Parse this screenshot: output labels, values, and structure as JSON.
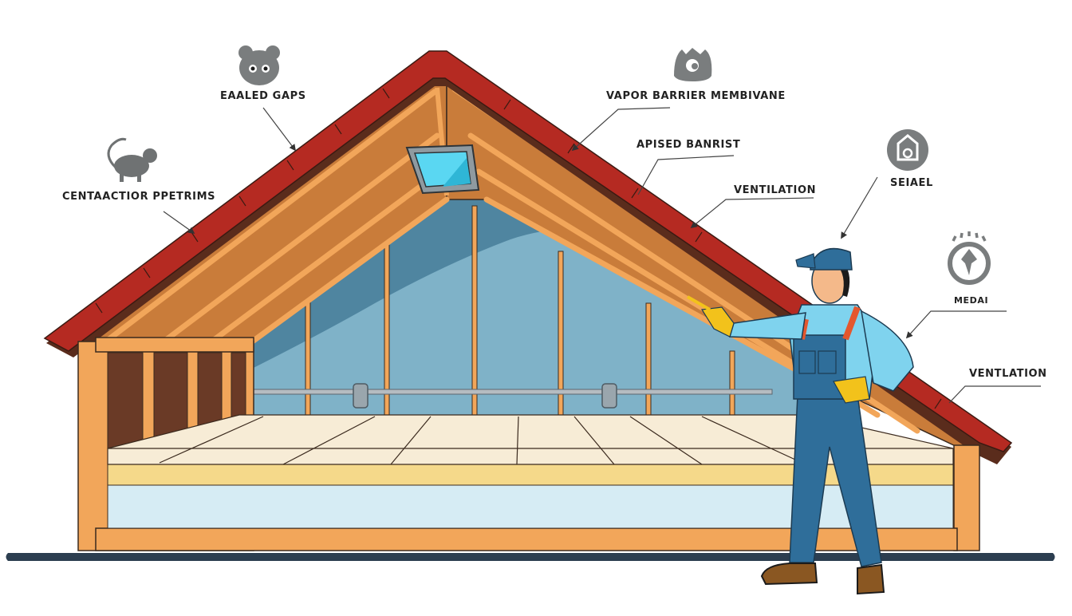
{
  "title": "Attic insulation cross-section diagram",
  "colors": {
    "background": "#ffffff",
    "roof_tile": "#b52a22",
    "roof_tile_dark": "#5a2c1c",
    "wood_light": "#f2a65a",
    "wood_mid": "#c97c3a",
    "wood_dark": "#6b3a22",
    "wall_cavity": "#6a3a26",
    "membrane_blue": "#7fb2c8",
    "membrane_blue_dark": "#4f85a0",
    "board_cream": "#f7ecd6",
    "insulation_yellow": "#f5d98a",
    "insulation_blue": "#d6ecf4",
    "ground": "#2c3e50",
    "icon_gray": "#7a7d7e",
    "label_text": "#222222",
    "worker_shirt": "#7fd3ee",
    "worker_overalls": "#2f6e9a",
    "worker_cap": "#2f6e9a",
    "worker_suspenders": "#e4572e",
    "worker_gloves": "#f2c21b",
    "worker_boots": "#8a5722",
    "skylight_glass": "#5ad7f2",
    "skylight_frame": "#8f9aa0"
  },
  "labels": {
    "sealed_gaps": "EAALED GAPS",
    "contraction_pests": "CENTAACTIOR PPETRIMS",
    "vapor_barrier": "VAPOR BARRIER MEMBIVANE",
    "raised_barrier": "APISED BANRIST",
    "ventilation_top": "VENTILATION",
    "seal": "SEIAEL",
    "media": "MEDAI",
    "ventilation_bottom": "VENTLATION"
  },
  "icons": {
    "sealed_gaps_icon": "rodent-face-icon",
    "contraction_pests_icon": "rat-icon",
    "vapor_barrier_icon": "moisture-drop-icon",
    "seal_icon": "house-seal-icon",
    "media_icon": "fan-vent-icon"
  },
  "scene": {
    "worker": "worker-pointing-at-roof",
    "skylight": "roof-skylight",
    "floor_layers": [
      "floor-boards",
      "yellow-insulation",
      "blue-insulation",
      "joist-base"
    ]
  }
}
